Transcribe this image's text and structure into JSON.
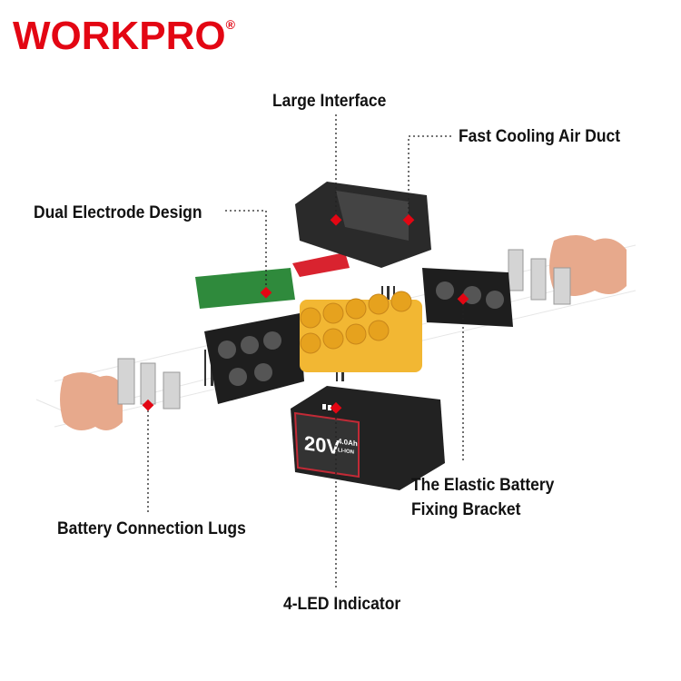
{
  "brand": {
    "logo": "WORKPRO",
    "registered_mark": "®",
    "color": "#e30613"
  },
  "labels": {
    "large_interface": "Large Interface",
    "fast_cooling": "Fast Cooling Air Duct",
    "dual_electrode": "Dual Electrode Design",
    "connection_lugs": "Battery Connection Lugs",
    "elastic_bracket_line1": "The Elastic Battery",
    "elastic_bracket_line2": "Fixing Bracket",
    "led_indicator": "4-LED Indicator"
  },
  "battery": {
    "voltage": "20V",
    "capacity": "4.0Ah",
    "model": "LI-ION"
  },
  "colors": {
    "marker": "#e30613",
    "cells": "#f2b733",
    "housing": "#2a2a2a",
    "pads": "#e7a98c",
    "pcb": "#2f8a3c"
  }
}
